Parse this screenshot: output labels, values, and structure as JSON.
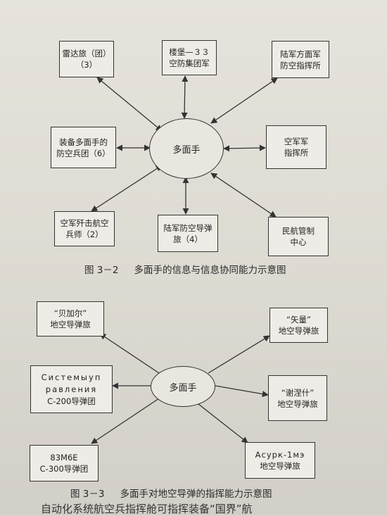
{
  "fig1": {
    "center": "多面手",
    "boxes": [
      [
        "雷达旅（团）",
        "（3）"
      ],
      [
        "楼堡—３３",
        "空防集团军"
      ],
      [
        "陆军方面军",
        "防空指挥所"
      ],
      [
        "装备多面手的",
        "防空兵团（6）"
      ],
      [
        "空军军",
        "指挥所"
      ],
      [
        "空军歼击航空",
        "兵师（2）"
      ],
      [
        "陆军防空导弹",
        "旅（4）"
      ],
      [
        "民航管制",
        "中心"
      ]
    ],
    "caption_num": "图 3－2",
    "caption_text": "多面手的信息与信息协同能力示意图"
  },
  "fig2": {
    "center": "多面手",
    "boxes": [
      [
        "“贝加尔”",
        "地空导弹旅"
      ],
      [
        "“矢量”",
        "地空导弹旅"
      ],
      [
        "Системыуп",
        "равления",
        "С-200导弹团"
      ],
      [
        "“谢涅什”",
        "地空导弹旅"
      ],
      [
        "83М6Е",
        "С-300导弹团"
      ],
      [
        "Асурк-1мэ",
        "地空导弹旅"
      ]
    ],
    "caption_num": "图 3－3",
    "caption_text": "多面手对地空导弹的指挥能力示意图"
  },
  "bottom_text": "自动化系统航空兵指挥舱可指挥装备“国界”航"
}
